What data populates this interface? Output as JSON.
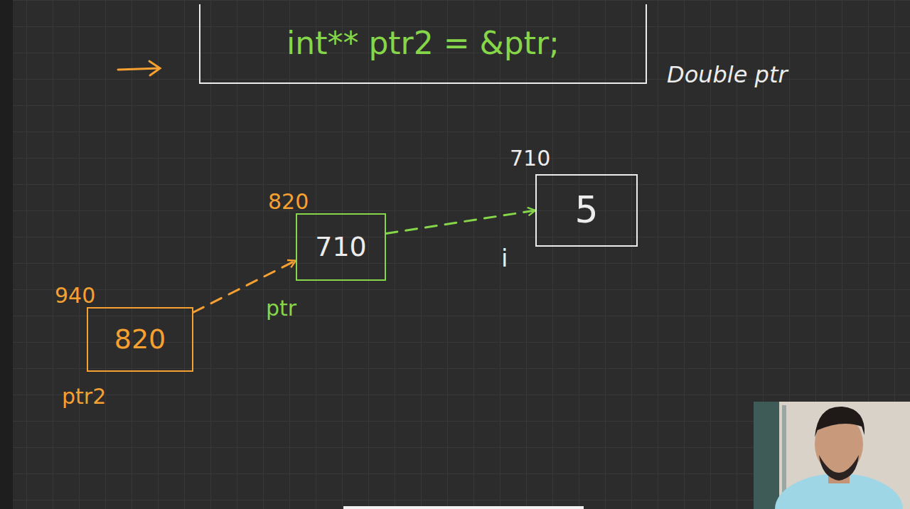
{
  "diagram": {
    "nodes": [
      {
        "text": [
          "int** ptr2 = &ptr;"
        ]
      },
      {
        "text": [
          "940",
          "820",
          "ptr2"
        ]
      },
      {
        "text": [
          "820",
          "710",
          "ptr"
        ]
      },
      {
        "text": [
          "710",
          "5",
          "i"
        ]
      }
    ],
    "edges": [
      {
        "from": 1,
        "to": 2,
        "arrow": "to"
      },
      {
        "from": 2,
        "to": 3,
        "arrow": "to"
      }
    ],
    "labels": [
      "Double ptr"
    ]
  }
}
